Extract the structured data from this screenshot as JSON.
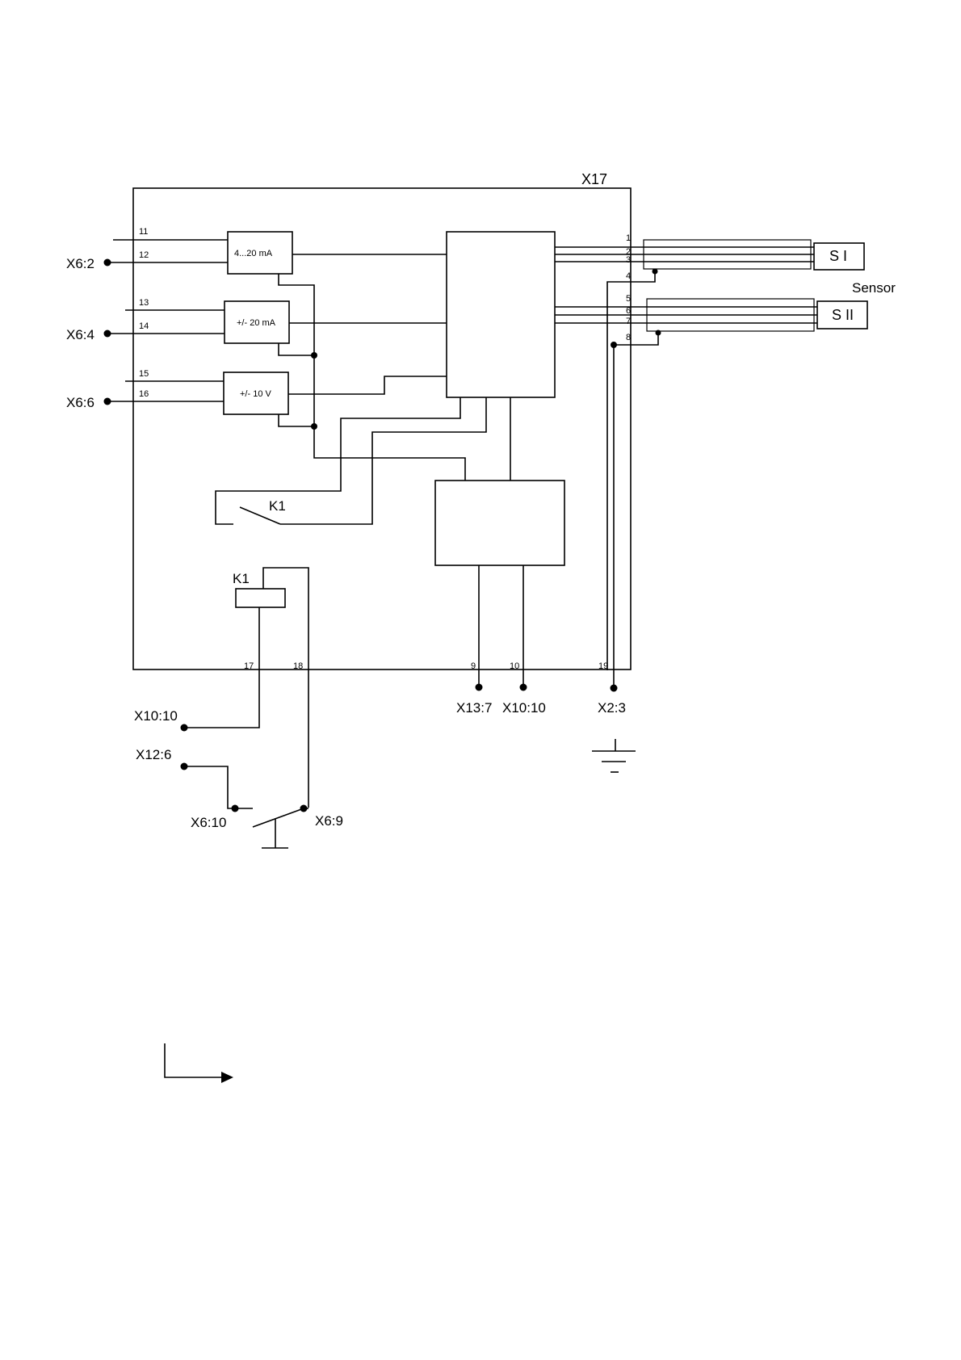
{
  "diagram": {
    "connector_title": "X17",
    "sensor_label": "Sensor",
    "sensors": {
      "s1": "S I",
      "s2": "S II"
    },
    "modules": {
      "current_4_20": "4...20 mA",
      "current_pm20": "+/- 20 mA",
      "voltage_pm10": "+/- 10 V"
    },
    "relay": {
      "contact_label": "K1",
      "coil_label": "K1"
    },
    "pins": {
      "p11": "11",
      "p12": "12",
      "p13": "13",
      "p14": "14",
      "p15": "15",
      "p16": "16",
      "s1": "1",
      "s2": "2",
      "s3": "3",
      "s4": "4",
      "s5": "5",
      "s6": "6",
      "s7": "7",
      "s8": "8",
      "p9": "9",
      "p10": "10",
      "p17": "17",
      "p18": "18",
      "p19": "19"
    },
    "terminals": {
      "x6_2": "X6:2",
      "x6_4": "X6:4",
      "x6_6": "X6:6",
      "x10_10_left": "X10:10",
      "x12_6": "X12:6",
      "x6_10": "X6:10",
      "x6_9": "X6:9",
      "x13_7": "X13:7",
      "x10_10_bottom": "X10:10",
      "x2_3": "X2:3"
    }
  }
}
